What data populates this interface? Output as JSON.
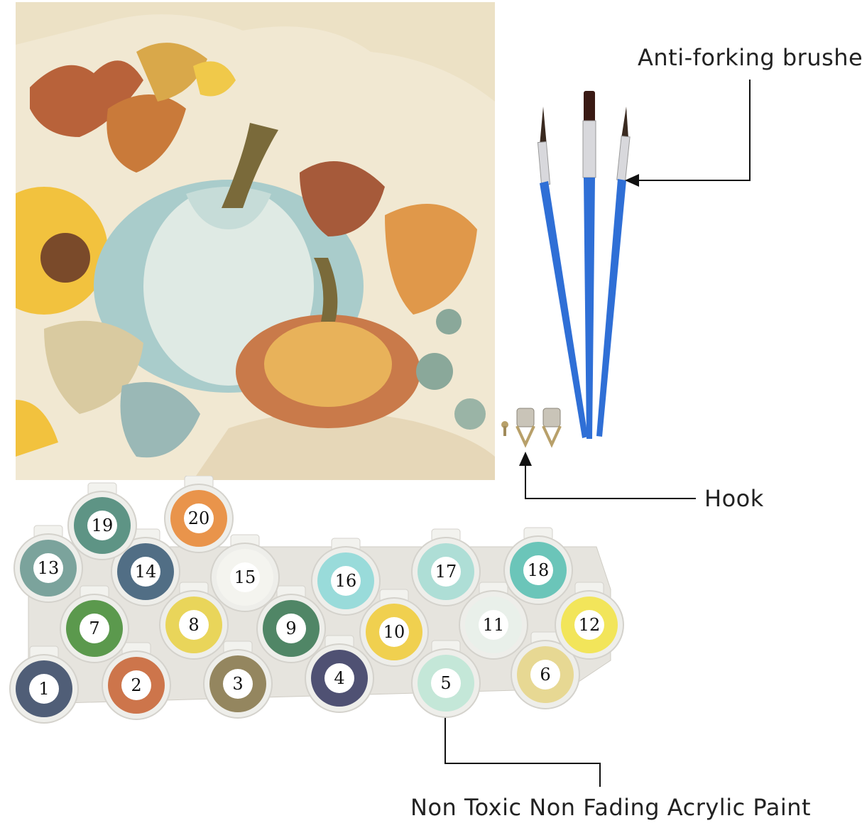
{
  "labels": {
    "brushes": "Anti-forking brushes",
    "hook": "Hook",
    "paint": "Non Toxic Non Fading Acrylic Paint"
  },
  "paint_pots": [
    {
      "number": "1",
      "color": "#3e4e6a"
    },
    {
      "number": "2",
      "color": "#c9673a"
    },
    {
      "number": "3",
      "color": "#8a7a50"
    },
    {
      "number": "4",
      "color": "#3d3f66"
    },
    {
      "number": "5",
      "color": "#bfe6d6"
    },
    {
      "number": "6",
      "color": "#e6d58a"
    },
    {
      "number": "7",
      "color": "#4a8f3c"
    },
    {
      "number": "8",
      "color": "#e8d14a"
    },
    {
      "number": "9",
      "color": "#3e7a58"
    },
    {
      "number": "10",
      "color": "#f0cc3e"
    },
    {
      "number": "11",
      "color": "#e8f0ea"
    },
    {
      "number": "12",
      "color": "#f2e34a"
    },
    {
      "number": "13",
      "color": "#6e9a94"
    },
    {
      "number": "14",
      "color": "#3f5f7a"
    },
    {
      "number": "15",
      "color": "#f4f4f0"
    },
    {
      "number": "16",
      "color": "#8fd8d8"
    },
    {
      "number": "17",
      "color": "#a6dcd4"
    },
    {
      "number": "18",
      "color": "#5cc0b4"
    },
    {
      "number": "19",
      "color": "#4e8a7a"
    },
    {
      "number": "20",
      "color": "#e88a3a"
    }
  ],
  "colors": {
    "brush_handle": "#2f6fd6",
    "annotation_line": "#111111",
    "canvas_background": "#f1e8d2"
  }
}
